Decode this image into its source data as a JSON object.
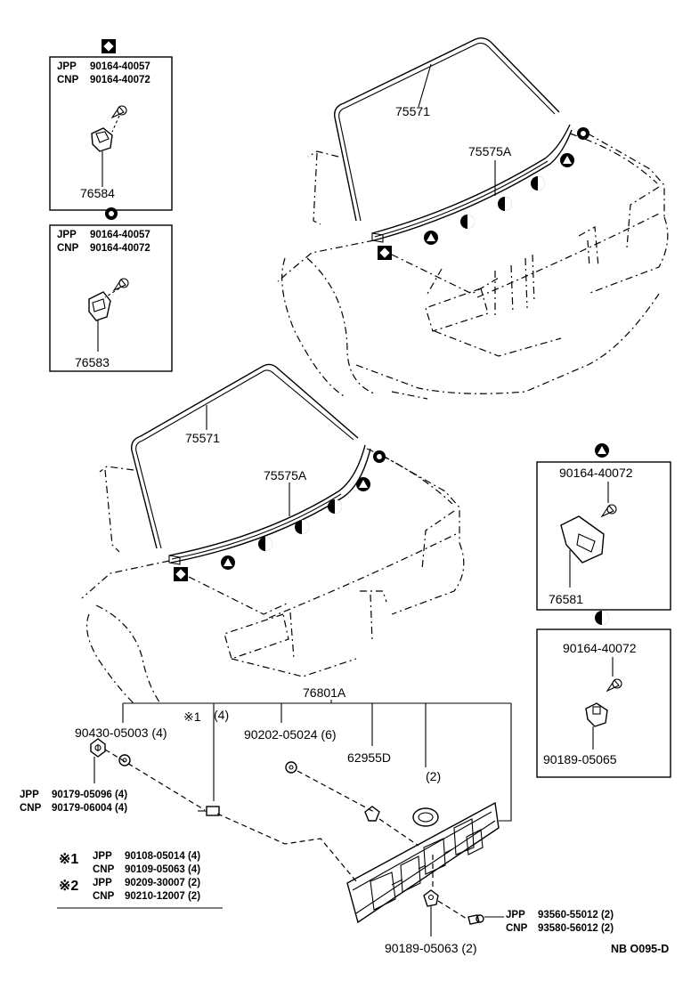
{
  "diagram_code": "NB  O095-D",
  "inset_diamond": {
    "symbol": "diamond",
    "rows": [
      {
        "label": "JPP",
        "part": "90164-40057"
      },
      {
        "label": "CNP",
        "part": "90164-40072"
      }
    ],
    "part": "76584"
  },
  "inset_circle_dot": {
    "symbol": "circle-dot",
    "rows": [
      {
        "label": "JPP",
        "part": "90164-40057"
      },
      {
        "label": "CNP",
        "part": "90164-40072"
      }
    ],
    "part": "76583"
  },
  "inset_triangle": {
    "symbol": "triangle-in-circle",
    "screw": "90164-40072",
    "part": "76581"
  },
  "inset_half_circle": {
    "symbol": "half-filled-circle",
    "screw": "90164-40072",
    "part": "90189-05065"
  },
  "upper_car": {
    "molding": "75571",
    "weatherstrip": "75575A"
  },
  "lower_car": {
    "molding": "75571",
    "weatherstrip": "75575A"
  },
  "garnish": {
    "assembly": "76801A",
    "note1_mark": "※1",
    "note1_qty": "(4)",
    "nut": "90430-05003 (4)",
    "washer": "90202-05024 (6)",
    "clip": "62955D",
    "plug_qty": "(2)",
    "bottom_nut": "90189-05063 (2)",
    "left_parts": [
      {
        "label": "JPP",
        "part": "90179-05096 (4)"
      },
      {
        "label": "CNP",
        "part": "90179-06004 (4)"
      }
    ],
    "right_parts": [
      {
        "label": "JPP",
        "part": "93560-55012 (2)"
      },
      {
        "label": "CNP",
        "part": "93580-56012 (2)"
      }
    ]
  },
  "notes": [
    {
      "mark": "※1",
      "rows": [
        {
          "label": "JPP",
          "part": "90108-05014 (4)"
        },
        {
          "label": "CNP",
          "part": "90109-05063 (4)"
        }
      ]
    },
    {
      "mark": "※2",
      "rows": [
        {
          "label": "JPP",
          "part": "90209-30007 (2)"
        },
        {
          "label": "CNP",
          "part": "90210-12007 (2)"
        }
      ]
    }
  ]
}
